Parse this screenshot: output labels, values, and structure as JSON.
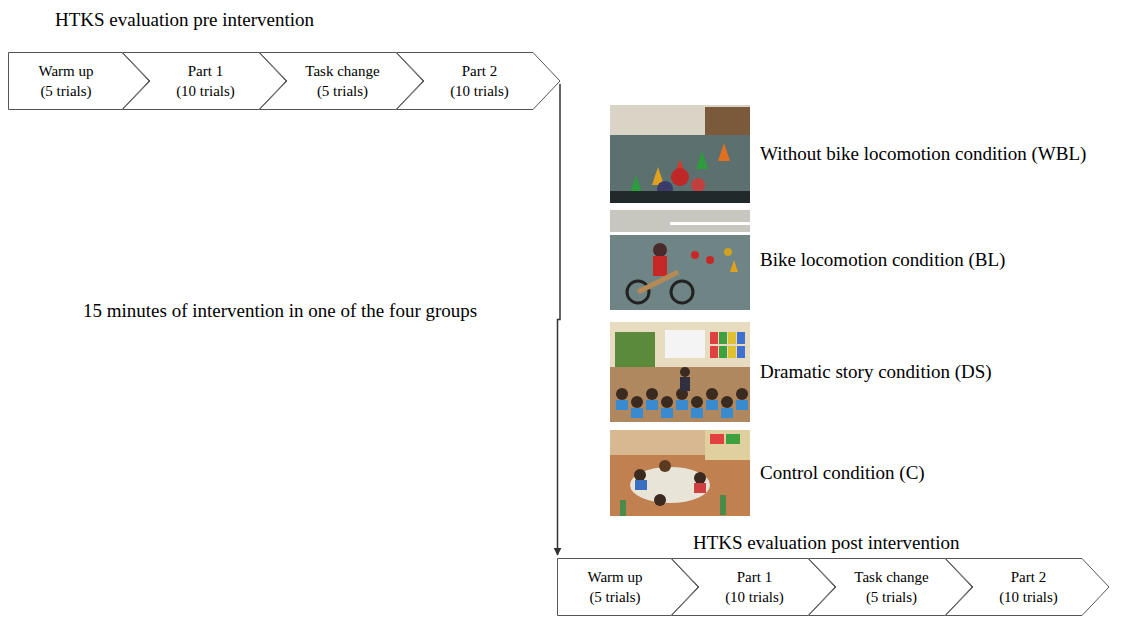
{
  "diagram": {
    "nodes": [
      {
        "text": [
          "Warm up",
          "(5 trials)"
        ]
      },
      {
        "text": [
          "Part 1",
          "(10 trials)"
        ]
      },
      {
        "text": [
          "Task change",
          "(5 trials)"
        ]
      },
      {
        "text": [
          "Part 2",
          "(10 trials)"
        ]
      },
      {
        "text": [
          "Without bike locomotion condition (WBL)"
        ]
      },
      {
        "text": [
          "Bike locomotion condition (BL)"
        ]
      },
      {
        "text": [
          "Dramatic story condition (DS)"
        ]
      },
      {
        "text": [
          "Control condition (C)"
        ]
      },
      {
        "text": [
          "Warm up",
          "(5 trials)"
        ]
      },
      {
        "text": [
          "Part 1",
          "(10 trials)"
        ]
      },
      {
        "text": [
          "Task change",
          "(5 trials)"
        ]
      },
      {
        "text": [
          "Part 2",
          "(10 trials)"
        ]
      }
    ],
    "edges": [
      {
        "from": 3,
        "to": 8,
        "arrow": "to"
      }
    ],
    "labels": [
      "HTKS evaluation pre intervention",
      "15 minutes of intervention in one of the four groups",
      "HTKS evaluation post intervention"
    ]
  }
}
